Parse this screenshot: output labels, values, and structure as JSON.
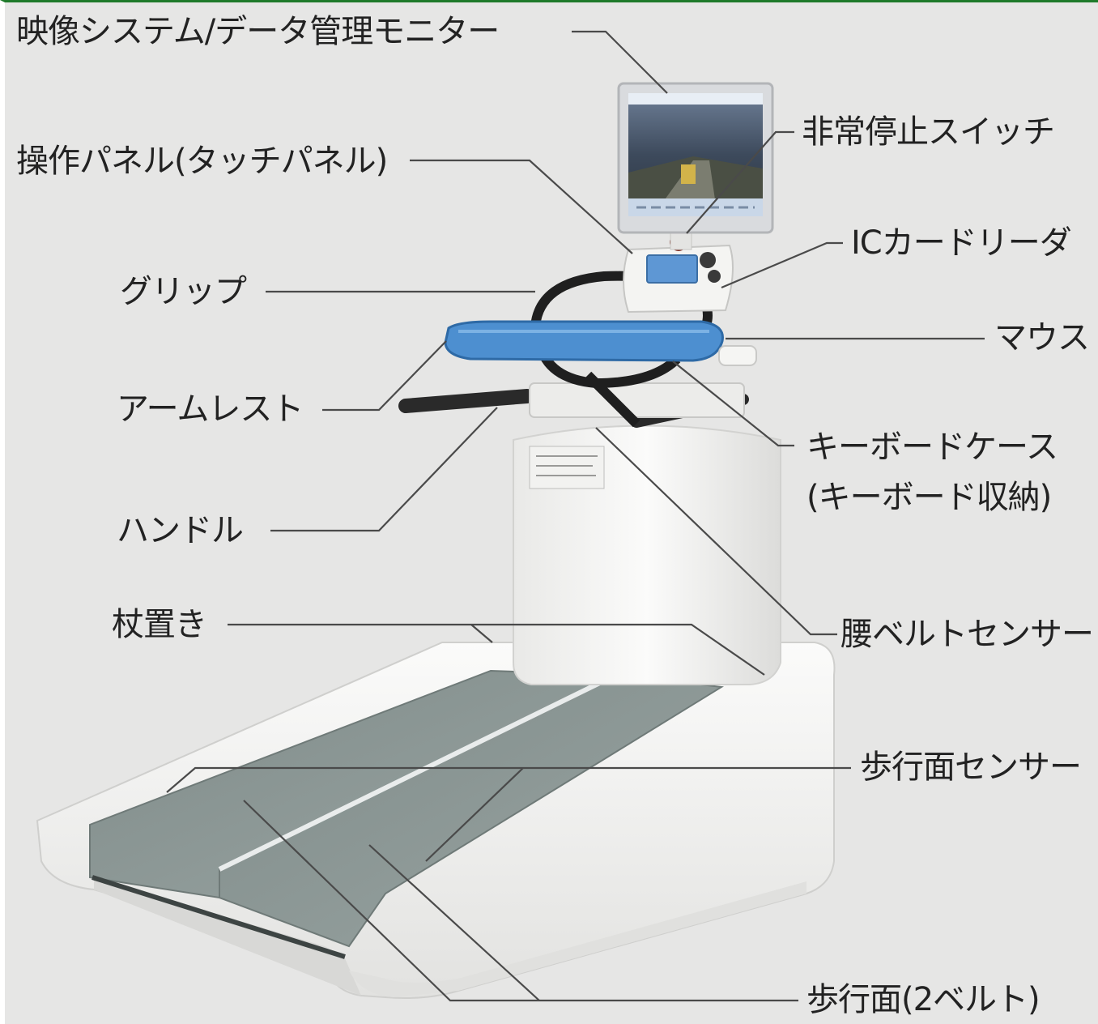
{
  "labels": {
    "monitor": "映像システム/データ管理モニター",
    "emergency_stop": "非常停止スイッチ",
    "operation_panel": "操作パネル(タッチパネル)",
    "ic_card_reader": "ICカードリーダ",
    "grip": "グリップ",
    "mouse": "マウス",
    "armrest": "アームレスト",
    "keyboard_case": "キーボードケース",
    "keyboard_case_note": "(キーボード収納)",
    "handle": "ハンドル",
    "cane_holder": "杖置き",
    "waist_belt_sensor": "腰ベルトセンサー",
    "walking_surface_sensor": "歩行面センサー",
    "walking_surface": "歩行面(2ベルト)"
  },
  "colors": {
    "background": "#e6e6e5",
    "frame_border": "#1f7a2a",
    "leader_line": "#4a4a4a",
    "armrest_blue": "#4d8fd0",
    "belt_gray": "#8e9a98",
    "body_white": "#f7f7f5"
  }
}
